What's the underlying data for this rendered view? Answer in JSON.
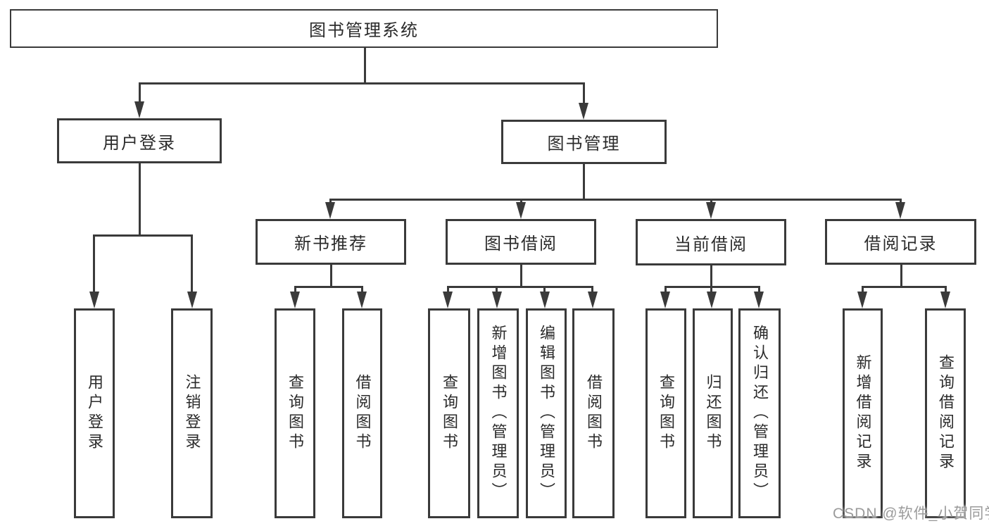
{
  "colors": {
    "line": "#3a3a3a",
    "text": "#2b2b2b",
    "watermark": "#9b9b9b",
    "background": "#ffffff"
  },
  "tree": {
    "root": {
      "label": "图书管理系统",
      "children": [
        {
          "label": "用户登录",
          "children": [
            {
              "label": "用户登录"
            },
            {
              "label": "注销登录"
            }
          ]
        },
        {
          "label": "图书管理",
          "children": [
            {
              "label": "新书推荐",
              "children": [
                {
                  "label": "查询图书"
                },
                {
                  "label": "借阅图书"
                }
              ]
            },
            {
              "label": "图书借阅",
              "children": [
                {
                  "label": "查询图书"
                },
                {
                  "label": "新增图书（管理员）"
                },
                {
                  "label": "编辑图书（管理员）"
                },
                {
                  "label": "借阅图书"
                }
              ]
            },
            {
              "label": "当前借阅",
              "children": [
                {
                  "label": "查询图书"
                },
                {
                  "label": "归还图书"
                },
                {
                  "label": "确认归还（管理员）"
                }
              ]
            },
            {
              "label": "借阅记录",
              "children": [
                {
                  "label": "新增借阅记录"
                },
                {
                  "label": "查询借阅记录"
                }
              ]
            }
          ]
        }
      ]
    }
  },
  "watermark": {
    "text": "CSDN @软件_小贺同学"
  }
}
